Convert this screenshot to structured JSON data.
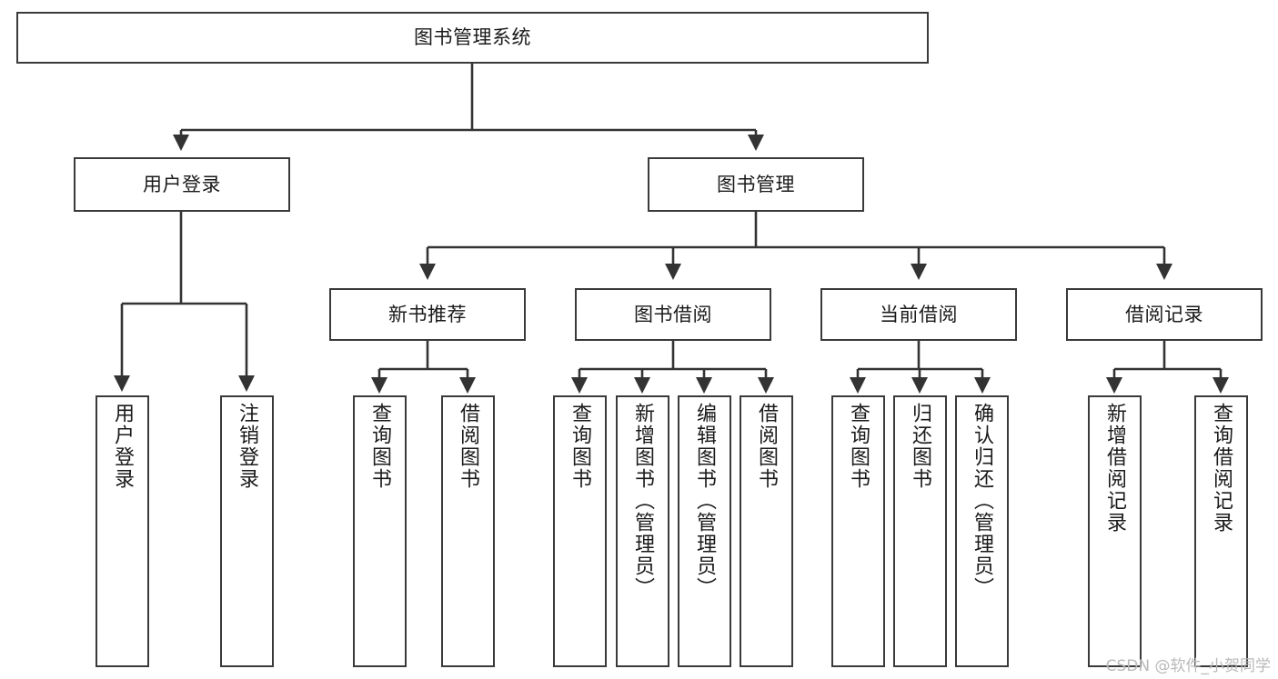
{
  "diagram": {
    "type": "tree-hierarchy",
    "title": "图书管理系统",
    "colors": {
      "background": "#ffffff",
      "box_border": "#3a3a3a",
      "box_fill": "#ffffff",
      "edge": "#333333",
      "text": "#1a1a1a",
      "watermark": "#b9b9b9"
    }
  },
  "root": {
    "label": "图书管理系统"
  },
  "level1": [
    {
      "label": "用户登录"
    },
    {
      "label": "图书管理"
    }
  ],
  "level2": [
    {
      "label": "新书推荐"
    },
    {
      "label": "图书借阅"
    },
    {
      "label": "当前借阅"
    },
    {
      "label": "借阅记录"
    }
  ],
  "leaves": {
    "user_login": [
      {
        "label": "用户登录"
      },
      {
        "label": "注销登录"
      }
    ],
    "new_book": [
      {
        "label": "查询图书"
      },
      {
        "label": "借阅图书"
      }
    ],
    "book_borrow": [
      {
        "label": "查询图书"
      },
      {
        "label": "新增图书（管理员）"
      },
      {
        "label": "编辑图书（管理员）"
      },
      {
        "label": "借阅图书"
      }
    ],
    "current_borrow": [
      {
        "label": "查询图书"
      },
      {
        "label": "归还图书"
      },
      {
        "label": "确认归还（管理员）"
      }
    ],
    "borrow_record": [
      {
        "label": "新增借阅记录"
      },
      {
        "label": "查询借阅记录"
      }
    ]
  },
  "watermark": {
    "text": "CSDN @软件_小贺同学"
  }
}
